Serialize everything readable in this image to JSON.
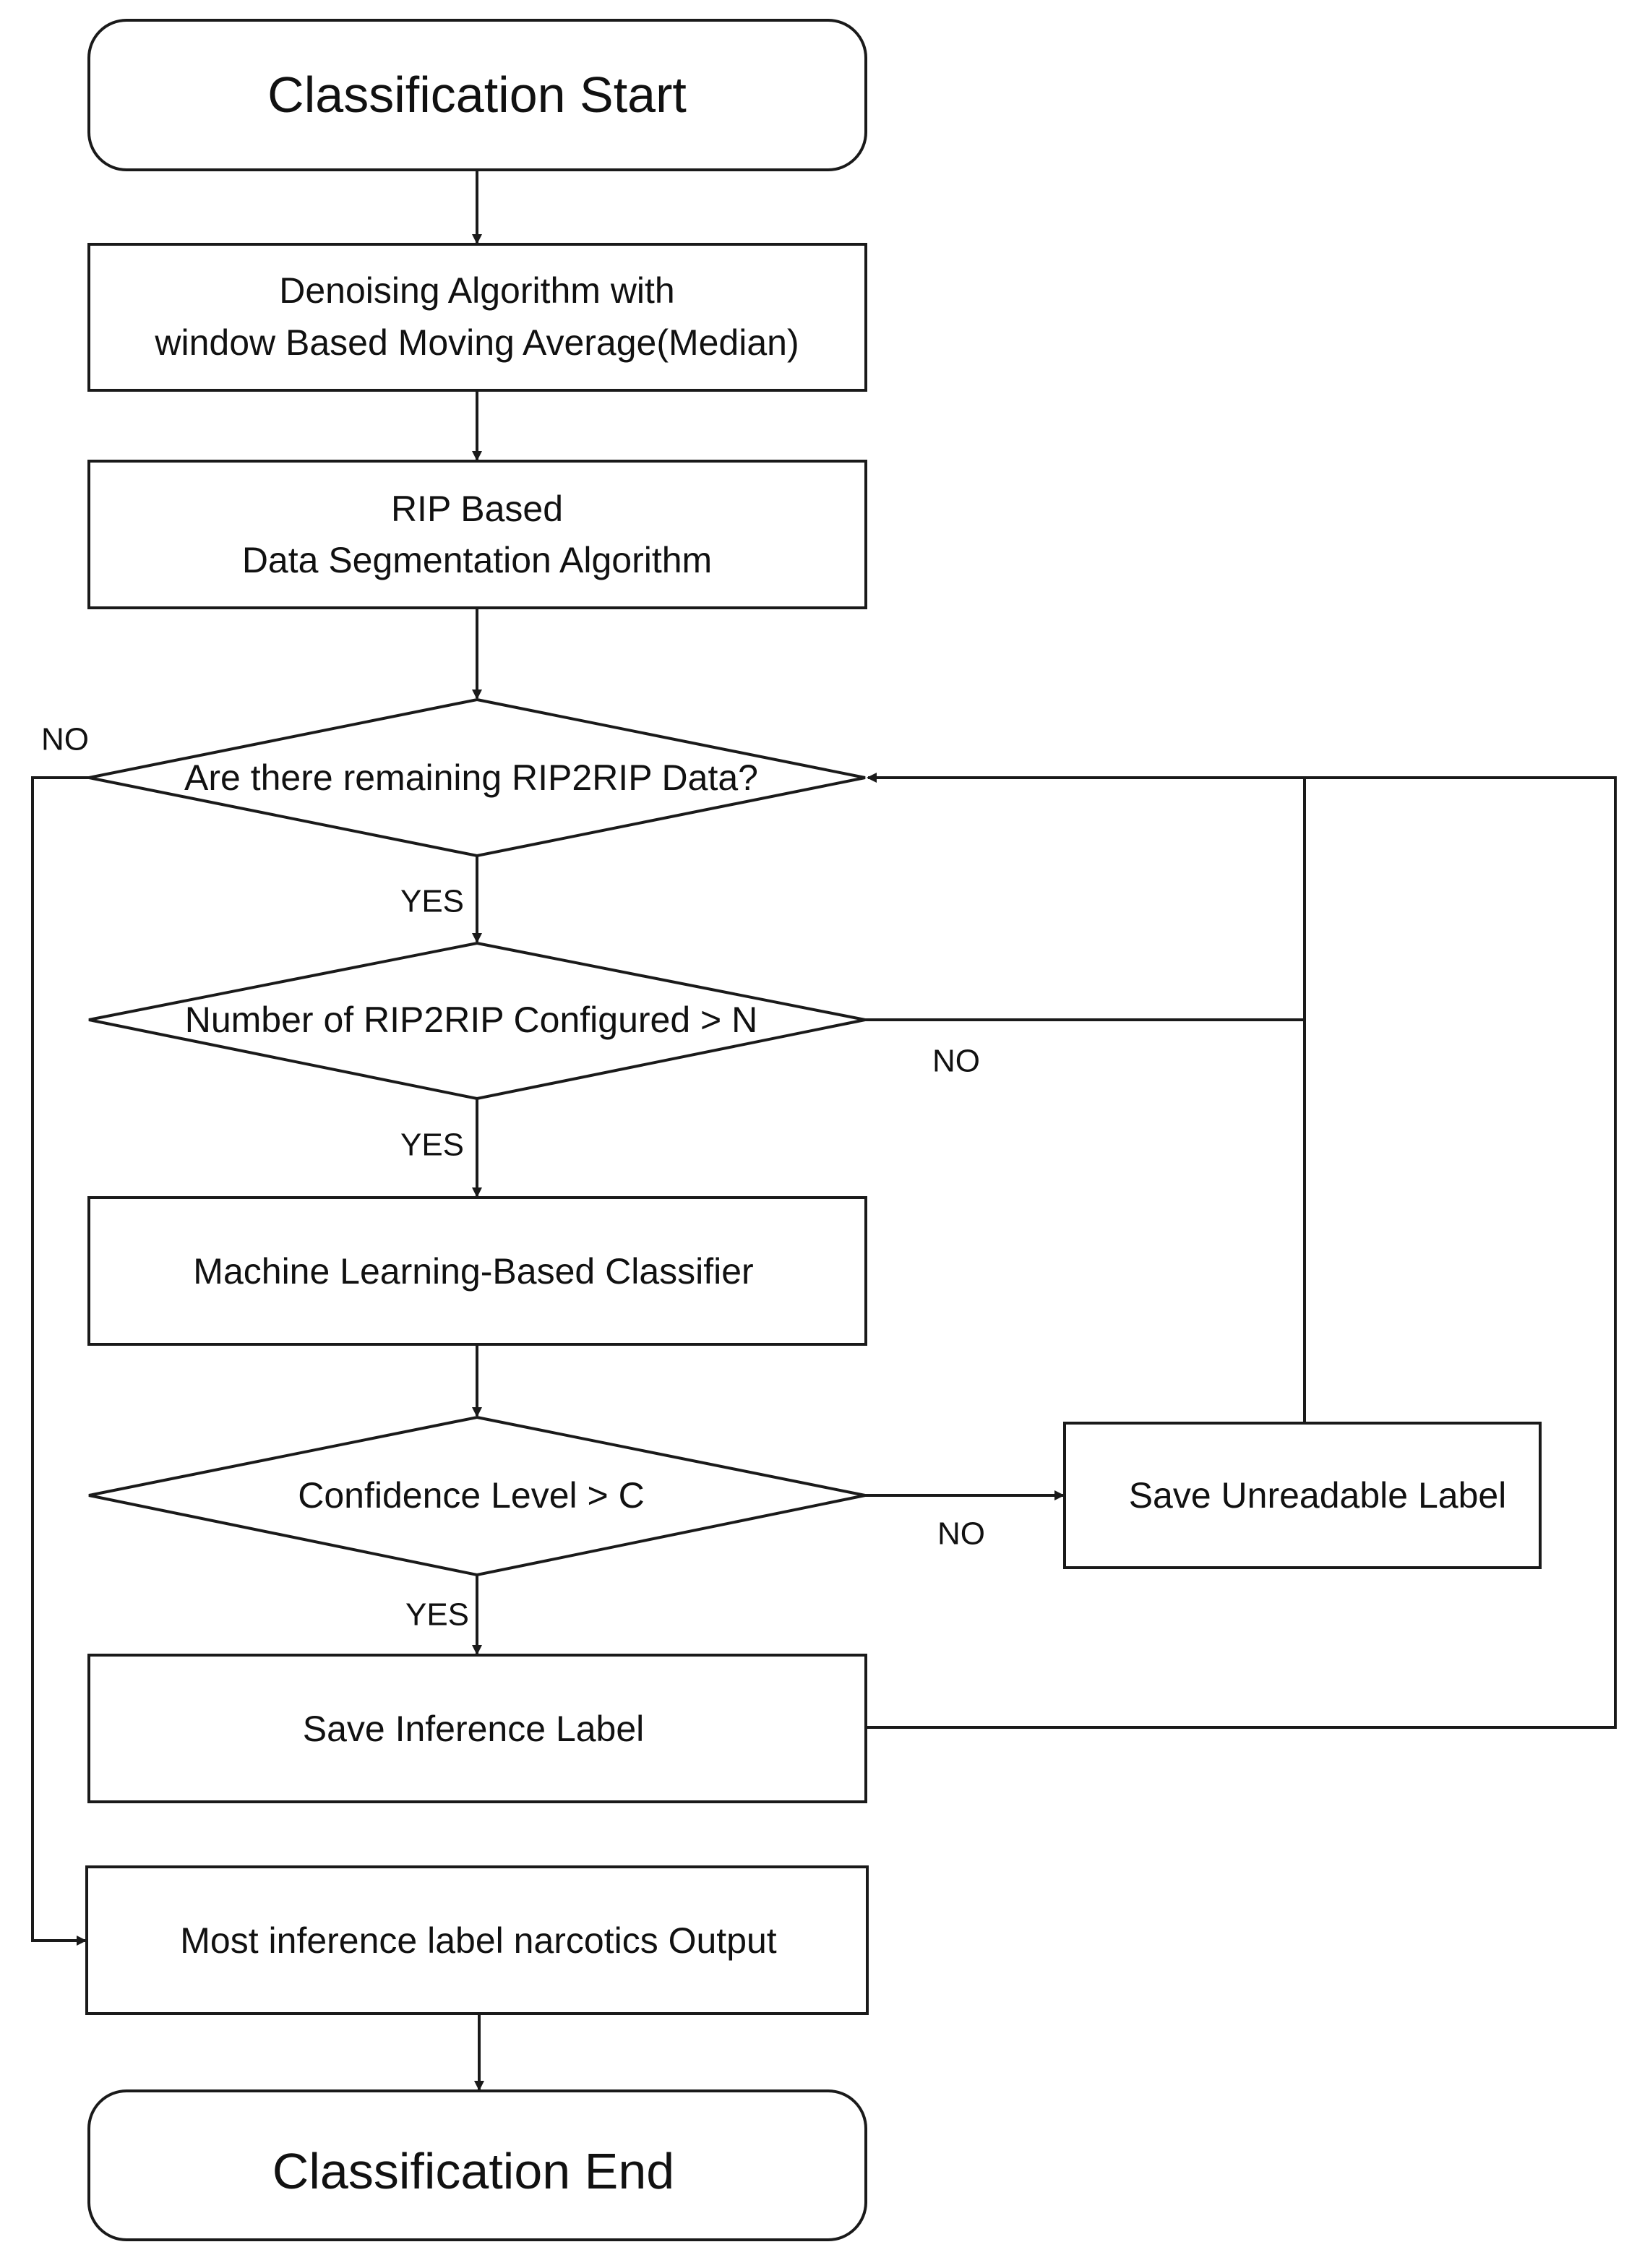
{
  "nodes": {
    "start": "Classification Start",
    "denoise": [
      "Denoising Algorithm with",
      "window Based Moving Average(Median)"
    ],
    "segment": [
      "RIP Based",
      "Data Segmentation Algorithm"
    ],
    "remaining": "Are there remaining RIP2RIP Data?",
    "count_check": "Number of RIP2RIP Configured > N",
    "classifier": "Machine Learning-Based Classifier",
    "confidence": "Confidence Level > C",
    "save_unreadable": "Save Unreadable Label",
    "save_inference": "Save Inference Label",
    "output": "Most inference label narcotics Output",
    "end": "Classification End"
  },
  "branches": {
    "remaining_no": "NO",
    "remaining_yes": "YES",
    "count_no": "NO",
    "count_yes": "YES",
    "confidence_no": "NO",
    "confidence_yes": "YES"
  }
}
